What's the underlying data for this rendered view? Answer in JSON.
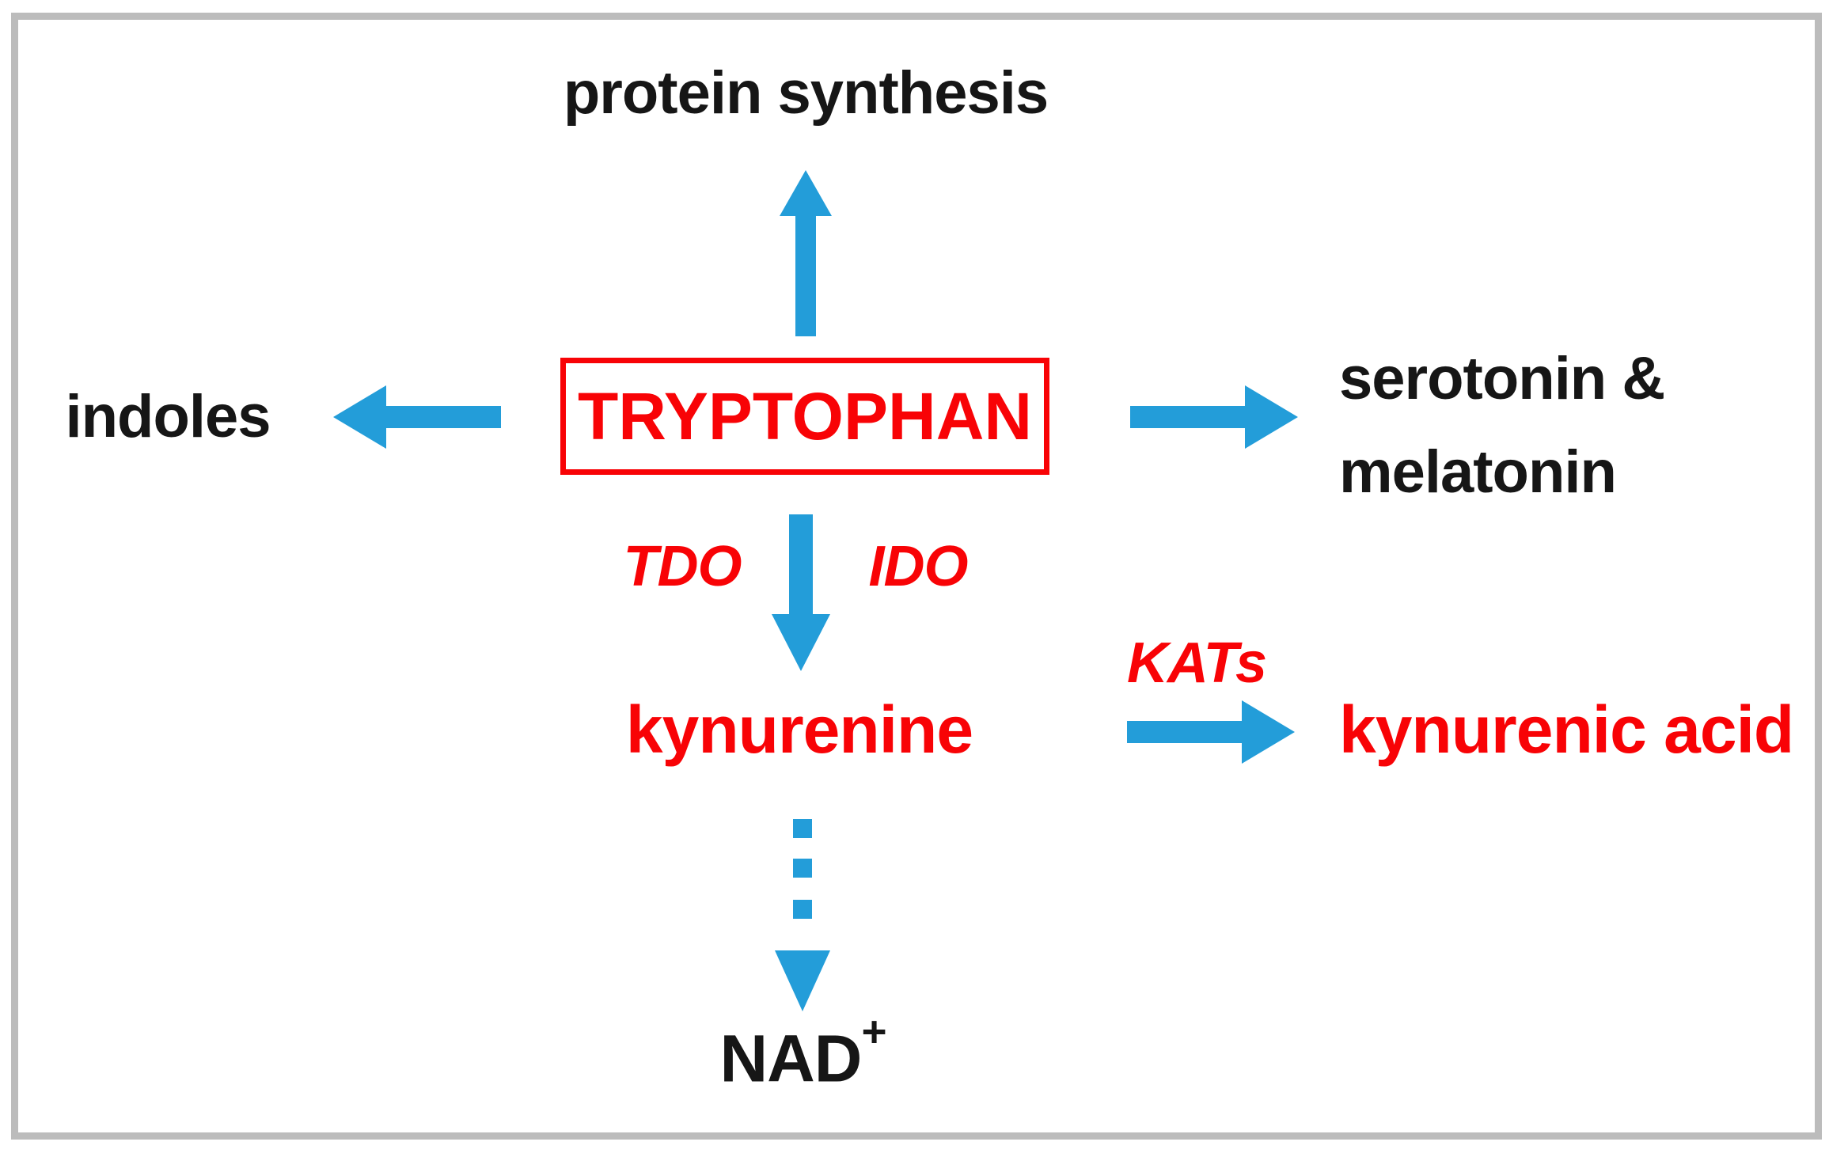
{
  "title": "Tryptophan metabolism pathway diagram",
  "colors": {
    "arrow_blue": "#239DD9",
    "accent_red": "#F80306",
    "text_black": "#161616",
    "frame_gray": "#BCBCBC",
    "background": "#FFFFFF"
  },
  "nodes": {
    "protein_synthesis": {
      "label": "protein synthesis"
    },
    "indoles": {
      "label": "indoles"
    },
    "tryptophan": {
      "label": "TRYPTOPHAN"
    },
    "serotonin_melatonin": {
      "line1": "serotonin &",
      "line2": "melatonin"
    },
    "kynurenine": {
      "label": "kynurenine"
    },
    "kynurenic_acid": {
      "label": "kynurenic acid"
    },
    "nad": {
      "label": "NAD",
      "superscript": "+"
    }
  },
  "enzymes": {
    "tdo": {
      "label": "TDO"
    },
    "ido": {
      "label": "IDO"
    },
    "kats": {
      "label": "KATs"
    }
  },
  "edges": [
    {
      "from": "tryptophan",
      "to": "protein_synthesis",
      "direction": "up",
      "style": "solid"
    },
    {
      "from": "tryptophan",
      "to": "indoles",
      "direction": "left",
      "style": "solid"
    },
    {
      "from": "tryptophan",
      "to": "serotonin_melatonin",
      "direction": "right",
      "style": "solid"
    },
    {
      "from": "tryptophan",
      "to": "kynurenine",
      "direction": "down",
      "style": "solid",
      "enzymes": [
        "TDO",
        "IDO"
      ]
    },
    {
      "from": "kynurenine",
      "to": "kynurenic_acid",
      "direction": "right",
      "style": "solid",
      "enzymes": [
        "KATs"
      ]
    },
    {
      "from": "kynurenine",
      "to": "nad",
      "direction": "down",
      "style": "dashed"
    }
  ]
}
